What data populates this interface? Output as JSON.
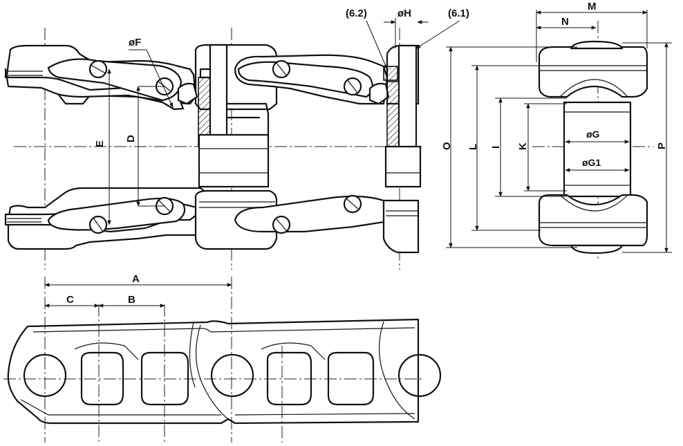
{
  "labels": {
    "A": "A",
    "B": "B",
    "C": "C",
    "D": "D",
    "E": "E",
    "F": "øF",
    "G": "øG",
    "G1": "øG1",
    "H": "øH",
    "I": "I",
    "K": "K",
    "L": "L",
    "M": "M",
    "N": "N",
    "O": "O",
    "P": "P",
    "callout_6_1": "(6.1)",
    "callout_6_2": "(6.2)"
  }
}
